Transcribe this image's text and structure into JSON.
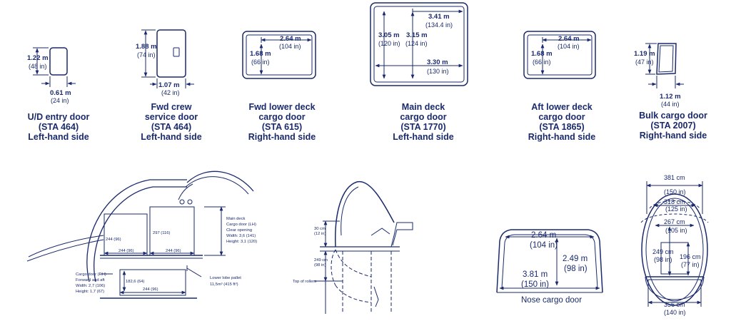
{
  "doors": [
    {
      "line1": "U/D entry door",
      "line2": "(STA 464)",
      "line3": "Left-hand side",
      "h_m": "1.22 m",
      "h_in": "(48 in)",
      "w_m": "0.61 m",
      "w_in": "(24 in)"
    },
    {
      "line1": "Fwd crew",
      "line2": "service door",
      "line3": "(STA 464)",
      "line4": "Left-hand side",
      "h_m": "1.88 m",
      "h_in": "(74 in)",
      "w_m": "1.07 m",
      "w_in": "(42 in)"
    },
    {
      "line1": "Fwd lower deck",
      "line2": "cargo door",
      "line3": "(STA 615)",
      "line4": "Right-hand side",
      "h_m": "1.68 m",
      "h_in": "(66 in)",
      "w_m": "2.64 m",
      "w_in": "(104 in)"
    },
    {
      "line1": "Main deck",
      "line2": "cargo door",
      "line3": "(STA 1770)",
      "line4": "Left-hand side",
      "w_top_m": "3.41 m",
      "w_top_in": "(134.4 in)",
      "h_left_m": "3.05 m",
      "h_left_in": "(120 in)",
      "h_mid_m": "3.15 m",
      "h_mid_in": "(124 in)",
      "w_bot_m": "3.30 m",
      "w_bot_in": "(130 in)"
    },
    {
      "line1": "Aft lower deck",
      "line2": "cargo door",
      "line3": "(STA 1865)",
      "line4": "Right-hand side",
      "h_m": "1.68 m",
      "h_in": "(66 in)",
      "w_m": "2.64 m",
      "w_in": "(104 in)"
    },
    {
      "line1": "Bulk cargo door",
      "line2": "(STA 2007)",
      "line3": "Right-hand side",
      "h_m": "1.19 m",
      "h_in": "(47 in)",
      "w_m": "1.12 m",
      "w_in": "(44 in)"
    }
  ],
  "section": {
    "d244_96": "244 (96)",
    "d297_116": "297 (116)",
    "d182_64": "182,6 (64)",
    "main_l1": "Main deck",
    "main_l2": "Cargo door (LH)",
    "main_l3": "Clear opening",
    "main_l4": "Width: 3,6 (141)",
    "main_l5": "Height: 3,1 (120)",
    "cargo_l1": "Cargo door (RH)",
    "cargo_l2": "Forward and aft",
    "cargo_l3": "Width: 2,7 (106)",
    "cargo_l4": "Height: 1,7 (67)",
    "lobe_l1": "Lower lobe pallet",
    "lobe_l2": "11,5m³ (415 ft³)"
  },
  "nose": {
    "d30_cm": "30 cm",
    "d30_in": "(12 in)",
    "d249_cm": "249 cm",
    "d249_in": "(98 in)",
    "rollers": "Top of rollers"
  },
  "nose_door": {
    "w_m": "2.64 m",
    "w_in": "(104 in)",
    "h_m": "2.49 m",
    "h_in": "(98 in)",
    "b_m": "3.81 m",
    "b_in": "(150 in)",
    "caption": "Nose cargo door"
  },
  "fuselage": {
    "d381": "381 cm",
    "d381_in": "(150 in)",
    "d318": "318 cm",
    "d318_in": "(125 in)",
    "d267": "267 cm",
    "d267_in": "(105 in)",
    "d249": "249 cm",
    "d249_in": "(98 in)",
    "d196": "196 cm",
    "d196_in": "(77 in)",
    "d356": "356 cm",
    "d356_in": "(140 in)"
  }
}
